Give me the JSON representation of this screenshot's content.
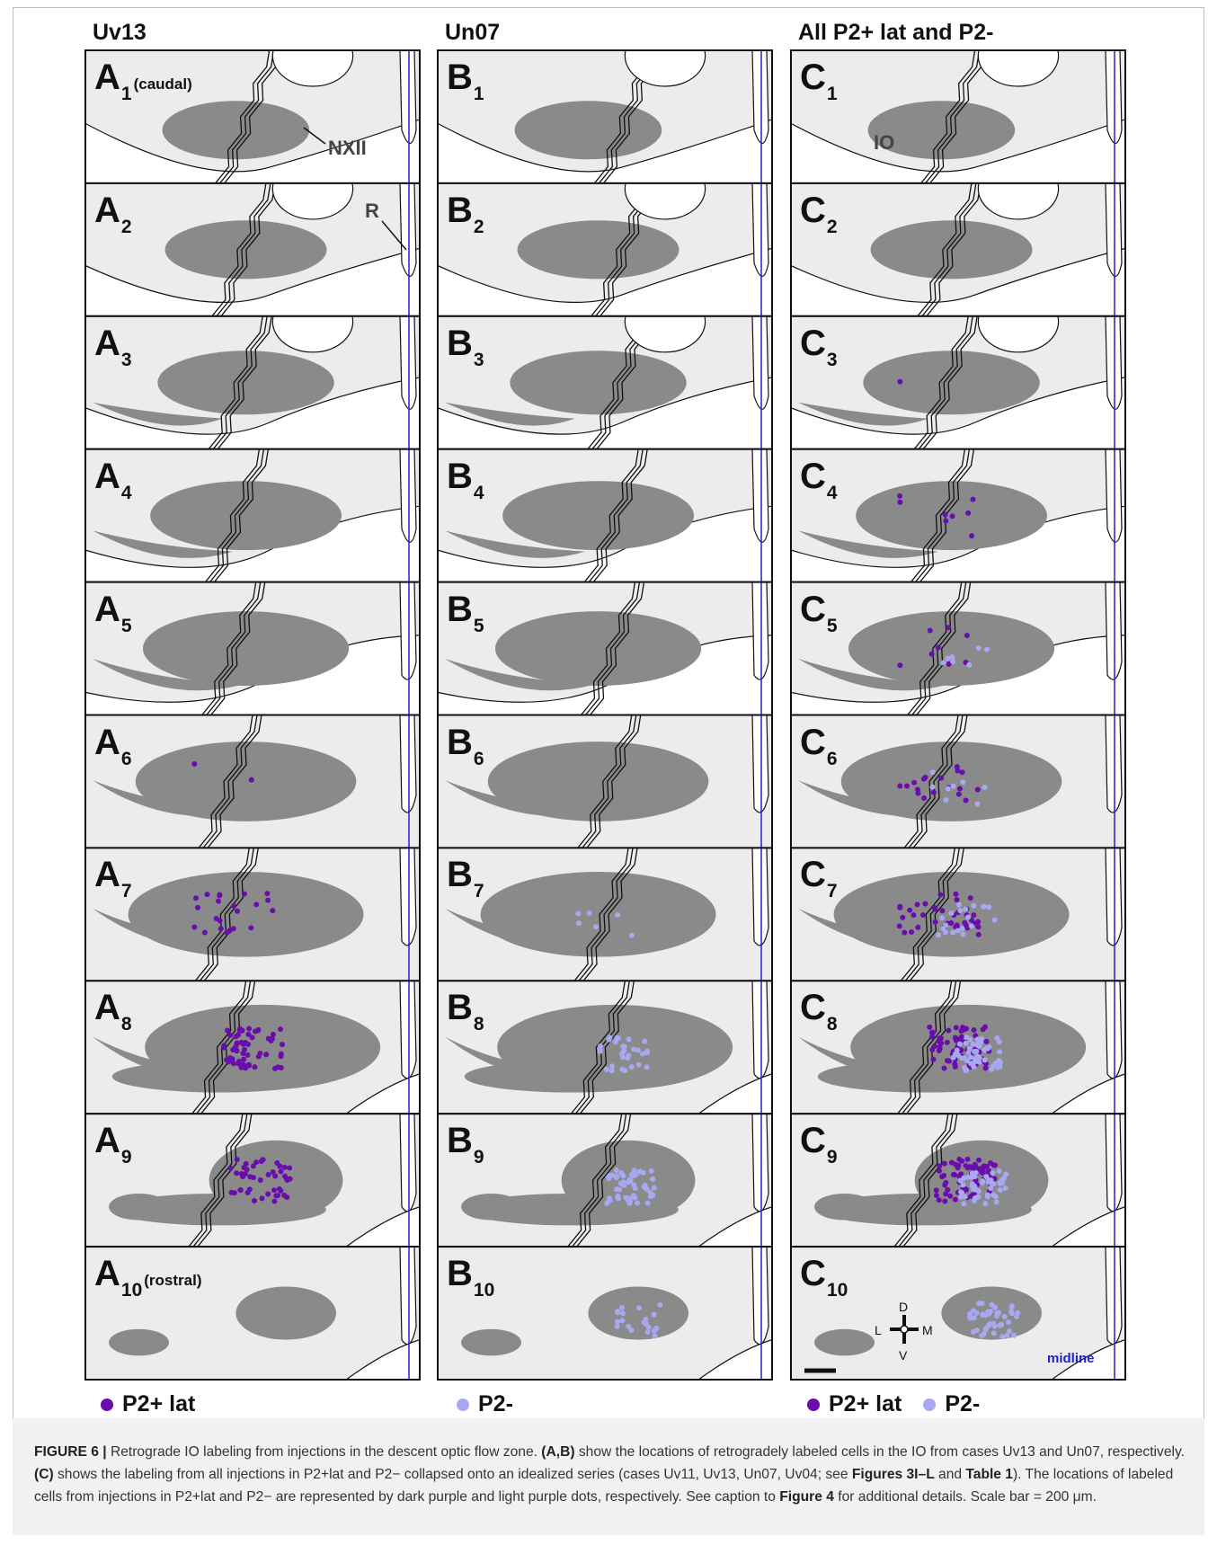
{
  "columns": [
    {
      "title": "Uv13",
      "letter": "A"
    },
    {
      "title": "Un07",
      "letter": "B"
    },
    {
      "title": "All P2+ lat and P2-",
      "letter": "C"
    }
  ],
  "row_notes": {
    "1": "(caudal)",
    "10": "(rostral)"
  },
  "annotations": {
    "nxii": "NXII",
    "r": "R",
    "io": "IO",
    "midline": "midline"
  },
  "compass": {
    "d": "D",
    "v": "V",
    "l": "L",
    "m": "M"
  },
  "legend": {
    "a": [
      {
        "label": "P2+ lat",
        "color": "#6a0dad"
      }
    ],
    "b": [
      {
        "label": "P2-",
        "color": "#a8a8f0"
      }
    ],
    "c": [
      {
        "label": "P2+ lat",
        "color": "#6a0dad"
      },
      {
        "label": "P2-",
        "color": "#a8a8f0"
      }
    ]
  },
  "colors": {
    "dark_purple": "#6a0dad",
    "light_purple": "#a8a8f0",
    "midline": "#2222cc",
    "io_gray": "#8a8a8a",
    "bg_gray": "#ececec"
  },
  "caption": {
    "figure": "FIGURE 6 |",
    "t1": " Retrograde IO labeling from injections in the descent optic flow zone. ",
    "ab": "(A,B)",
    "t2": " show the locations of retrogradely labeled cells in the IO from cases Uv13 and Un07, respectively. ",
    "c": "(C)",
    "t3": " shows the labeling from all injections in P2+lat and P2− collapsed onto an idealized series (cases Uv11, Uv13, Un07, Uv04; see ",
    "fig3": "Figures 3I–L",
    "t4": " and ",
    "table1": "Table 1",
    "t5": "). The locations of labeled cells from injections in P2+lat and P2− are represented by dark purple and light purple dots, respectively. See caption to ",
    "fig4": "Figure 4",
    "t6": " for additional details. Scale bar = 200 μm."
  },
  "labeled_cells": {
    "A": {
      "6": {
        "dark": 2,
        "light": 0
      },
      "7": {
        "dark": 22,
        "light": 0
      },
      "8": {
        "dark": 60,
        "light": 0
      },
      "9": {
        "dark": 45,
        "light": 0
      }
    },
    "B": {
      "7": {
        "dark": 0,
        "light": 6
      },
      "8": {
        "dark": 0,
        "light": 30
      },
      "9": {
        "dark": 0,
        "light": 50
      },
      "10": {
        "dark": 0,
        "light": 20
      }
    },
    "C": {
      "3": {
        "dark": 1,
        "light": 0
      },
      "4": {
        "dark": 8,
        "light": 0
      },
      "5": {
        "dark": 8,
        "light": 7
      },
      "6": {
        "dark": 18,
        "light": 8
      },
      "7": {
        "dark": 40,
        "light": 20
      },
      "8": {
        "dark": 70,
        "light": 50
      },
      "9": {
        "dark": 70,
        "light": 50
      },
      "10": {
        "dark": 0,
        "light": 45
      }
    }
  }
}
